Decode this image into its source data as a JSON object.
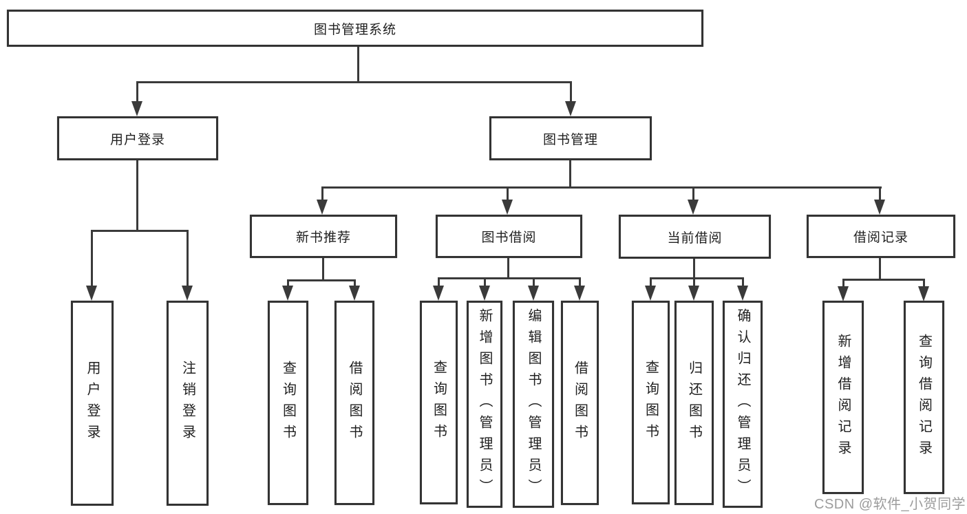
{
  "diagram_title": "图书管理系统",
  "tree": {
    "root": "图书管理系统",
    "user_login": {
      "label": "用户登录",
      "children": [
        "用户登录",
        "注销登录"
      ]
    },
    "book_management": {
      "label": "图书管理",
      "modules": [
        {
          "label": "新书推荐",
          "children": [
            "查询图书",
            "借阅图书"
          ]
        },
        {
          "label": "图书借阅",
          "children": [
            "查询图书",
            "新增图书（管理员）",
            "编辑图书（管理员）",
            "借阅图书"
          ]
        },
        {
          "label": "当前借阅",
          "children": [
            "查询图书",
            "归还图书",
            "确认归还（管理员）"
          ]
        },
        {
          "label": "借阅记录",
          "children": [
            "新增借阅记录",
            "查询借阅记录"
          ]
        }
      ]
    }
  },
  "watermark": {
    "text": "CSDN @软件_小贺同学"
  },
  "colors": {
    "line": "#3a3a3a",
    "box_border": "#333333",
    "text": "#1f1f1f",
    "watermark_text": "#9c9c9c",
    "background": "#ffffff"
  }
}
